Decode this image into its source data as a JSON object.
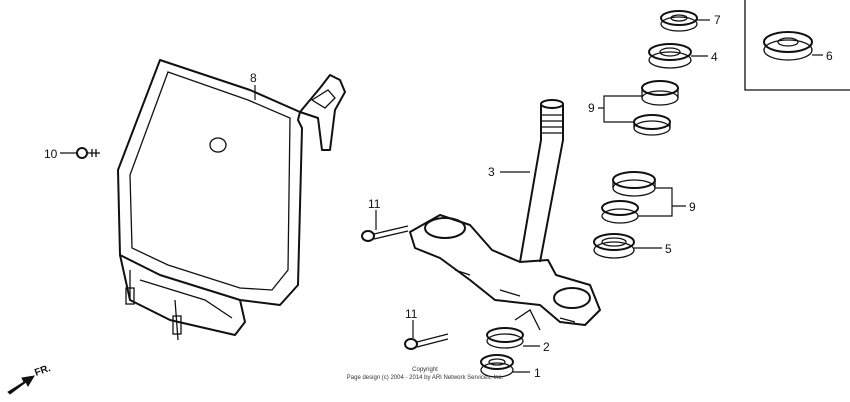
{
  "callouts": {
    "p1": "1",
    "p2": "2",
    "p3": "3",
    "p4": "4",
    "p5": "5",
    "p6": "6",
    "p7": "7",
    "p8": "8",
    "p9a": "9",
    "p9b": "9",
    "p10": "10",
    "p11a": "11",
    "p11b": "11"
  },
  "direction_label": "FR.",
  "copyright": {
    "line1": "Copyright",
    "line2": "Page design (c) 2004 - 2014 by ARI Network Services, Inc."
  }
}
